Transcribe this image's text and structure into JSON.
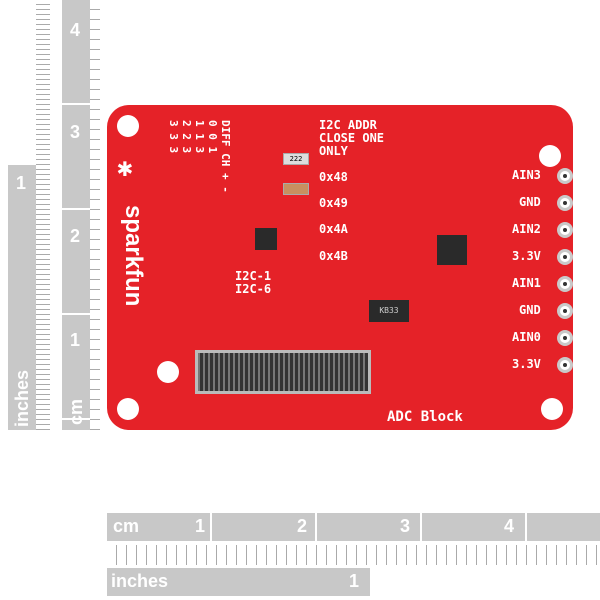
{
  "left_ruler": {
    "unit_label": "inches",
    "numbers": [
      "1"
    ]
  },
  "cm_ruler_vertical": {
    "unit_label": "cm",
    "numbers": [
      "4",
      "3",
      "2",
      "1"
    ]
  },
  "bottom_cm_ruler": {
    "unit_label": "cm",
    "numbers": [
      "1",
      "2",
      "3",
      "4"
    ]
  },
  "bottom_inch_ruler": {
    "unit_label": "inches",
    "numbers": [
      "1"
    ]
  },
  "board": {
    "brand": "sparkfun",
    "title": "ADC Block",
    "addr_note": [
      "I2C ADDR",
      "CLOSE ONE",
      "ONLY"
    ],
    "addresses": [
      "0x48",
      "0x49",
      "0x4A",
      "0x4B"
    ],
    "i2c_labels": [
      "I2C-1",
      "I2C-6"
    ],
    "table": {
      "headers": [
        "DIFF",
        "CH",
        "+",
        "-"
      ],
      "rows": [
        [
          "0",
          "0",
          "1"
        ],
        [
          "1",
          "1",
          "3"
        ],
        [
          "2",
          "2",
          "3"
        ],
        [
          "3",
          "3",
          "3"
        ]
      ]
    },
    "chip_marking": "KB33",
    "resistor_marking": "222",
    "pins": [
      "AIN3",
      "GND",
      "AIN2",
      "3.3V",
      "AIN1",
      "GND",
      "AIN0",
      "3.3V"
    ]
  }
}
